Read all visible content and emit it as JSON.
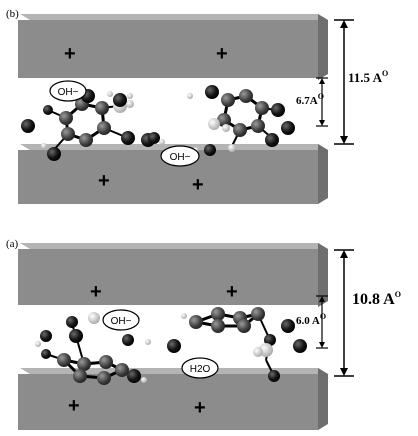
{
  "panels": [
    {
      "label": "(b)",
      "plus_signs": [
        "+",
        "+",
        "+",
        "+"
      ],
      "ions": [
        "OH−",
        "OH−"
      ],
      "outer_distance": {
        "value": "11.5",
        "unit": "A",
        "unit_sup": "O"
      },
      "inner_distance": {
        "value": "6.7",
        "unit": "A",
        "unit_sup": "O"
      }
    },
    {
      "label": "(a)",
      "plus_signs": [
        "+",
        "+",
        "+",
        "+"
      ],
      "ions": [
        "OH−",
        "H2O"
      ],
      "outer_distance": {
        "value": "10.8",
        "unit": "A",
        "unit_sup": "O"
      },
      "inner_distance": {
        "value": "6.0",
        "unit": "A",
        "unit_sup": "O"
      }
    }
  ],
  "colors": {
    "slab_front": "#8c8c8c",
    "slab_top": "#b4b4b4",
    "slab_side": "#6e6e6e",
    "atom_dark": "#1a1a1a",
    "atom_ring": "#4a4a4a",
    "atom_light": "#cfcfcf"
  }
}
